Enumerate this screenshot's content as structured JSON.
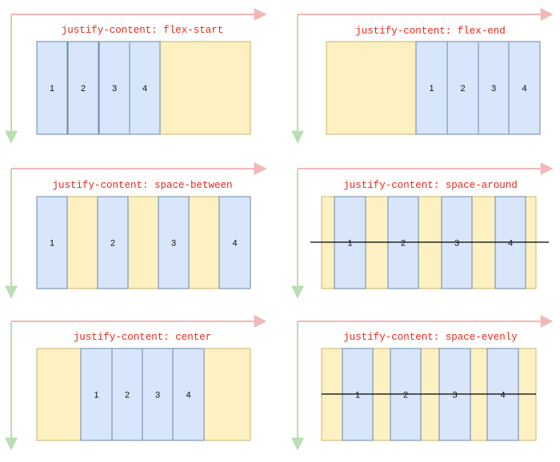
{
  "colors": {
    "container_fill": "#fdf0c1",
    "container_stroke": "#c9b56a",
    "item_fill": "#d7e6fb",
    "item_stroke": "#6b86ad",
    "main_axis_arrow": "#f2b8b8",
    "cross_axis_arrow": "#b9deb3",
    "title_text": "#e8281a",
    "line": "#000000"
  },
  "diagram": {
    "panels": [
      {
        "title": "justify-content: flex-start",
        "items": [
          "1",
          "2",
          "3",
          "4"
        ]
      },
      {
        "title": "justify-content: flex-end",
        "items": [
          "1",
          "2",
          "3",
          "4"
        ]
      },
      {
        "title": "justify-content: space-between",
        "items": [
          "1",
          "2",
          "3",
          "4"
        ]
      },
      {
        "title": "justify-content: space-around",
        "items": [
          "1",
          "2",
          "3",
          "4"
        ]
      },
      {
        "title": "justify-content: center",
        "items": [
          "1",
          "2",
          "3",
          "4"
        ]
      },
      {
        "title": "justify-content: space-evenly",
        "items": [
          "1",
          "2",
          "3",
          "4"
        ]
      }
    ]
  }
}
